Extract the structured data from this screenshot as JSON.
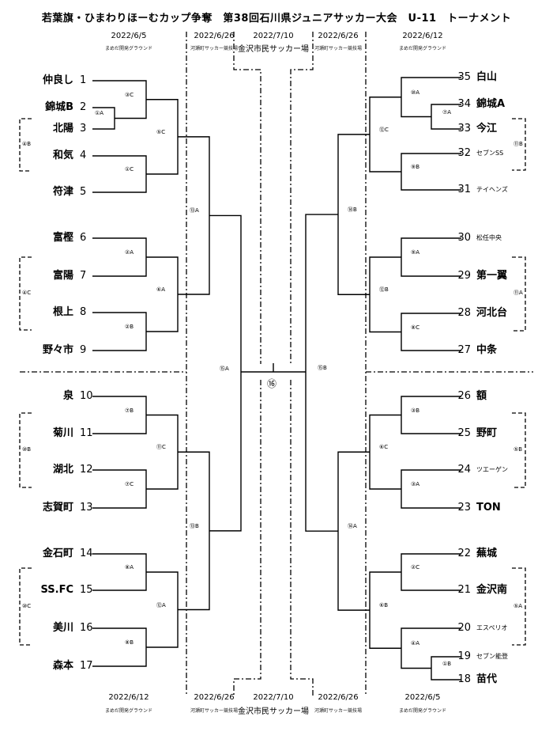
{
  "title": "若葉旗・ひまわりほーむカップ争奪　第38回石川県ジュニアサッカー大会　U-11　トーナメント",
  "dates_top": [
    "2022/6/5",
    "2022/6/26",
    "2022/7/10",
    "2022/6/26",
    "2022/6/12"
  ],
  "venues_top": [
    "まめだ開発グラウンド",
    "河瀬町サッカー競技場",
    "金沢市民サッカー場",
    "河瀬町サッカー競技場",
    "まめだ開発グラウンド"
  ],
  "dates_bottom": [
    "2022/6/12",
    "2022/6/26",
    "2022/7/10",
    "2022/6/26",
    "2022/6/5"
  ],
  "venues_bottom": [
    "まめだ開発グラウンド",
    "河瀬町サッカー競技場",
    "金沢市民サッカー場",
    "河瀬町サッカー競技場",
    "まめだ開発グラウンド"
  ],
  "left_teams": [
    {
      "num": "1",
      "name": "仲良し"
    },
    {
      "num": "2",
      "name": "錦城B"
    },
    {
      "num": "3",
      "name": "北陽"
    },
    {
      "num": "4",
      "name": "和気"
    },
    {
      "num": "5",
      "name": "符津"
    },
    {
      "num": "6",
      "name": "富樫"
    },
    {
      "num": "7",
      "name": "富陽"
    },
    {
      "num": "8",
      "name": "根上"
    },
    {
      "num": "9",
      "name": "野々市"
    },
    {
      "num": "10",
      "name": "泉"
    },
    {
      "num": "11",
      "name": "菊川"
    },
    {
      "num": "12",
      "name": "湖北"
    },
    {
      "num": "13",
      "name": "志賀町"
    },
    {
      "num": "14",
      "name": "金石町"
    },
    {
      "num": "15",
      "name": "SS.FC"
    },
    {
      "num": "16",
      "name": "美川"
    },
    {
      "num": "17",
      "name": "森本"
    }
  ],
  "right_teams": [
    {
      "num": "35",
      "name": "白山",
      "small": false
    },
    {
      "num": "34",
      "name": "錦城A",
      "small": false
    },
    {
      "num": "33",
      "name": "今江",
      "small": false
    },
    {
      "num": "32",
      "name": "セブンSS",
      "small": true
    },
    {
      "num": "31",
      "name": "テイヘンズ",
      "small": true
    },
    {
      "num": "30",
      "name": "松任中央",
      "small": true
    },
    {
      "num": "29",
      "name": "第一翼",
      "small": false
    },
    {
      "num": "28",
      "name": "河北台",
      "small": false
    },
    {
      "num": "27",
      "name": "中条",
      "small": false
    },
    {
      "num": "26",
      "name": "額",
      "small": false
    },
    {
      "num": "25",
      "name": "野町",
      "small": false
    },
    {
      "num": "24",
      "name": "ツエーゲン",
      "small": true
    },
    {
      "num": "23",
      "name": "TON",
      "small": false
    },
    {
      "num": "22",
      "name": "蕪城",
      "small": false
    },
    {
      "num": "21",
      "name": "金沢南",
      "small": false
    },
    {
      "num": "20",
      "name": "エスペリオ",
      "small": true
    },
    {
      "num": "19",
      "name": "セブン能登",
      "small": true
    },
    {
      "num": "18",
      "name": "苗代",
      "small": false
    }
  ],
  "match_labels": {
    "L_r0": "①A",
    "L_r1": [
      "③C",
      "①C",
      "②A",
      "②B",
      "⑦B",
      "⑦C",
      "⑧A",
      "⑧B"
    ],
    "L_r2": [
      "⑤C",
      "⑥A",
      "⑪C",
      "⑫A"
    ],
    "L_r3": [
      "⑬A",
      "⑬B"
    ],
    "L_r4": "⑮A",
    "R_r0": [
      "⑦A",
      "①B"
    ],
    "R_r1": [
      "⑩A",
      "⑨B",
      "⑨A",
      "⑧C",
      "③B",
      "③A",
      "②C",
      "④A"
    ],
    "R_r2": [
      "⑫C",
      "⑫B",
      "⑥C",
      "⑥B"
    ],
    "R_r3": [
      "⑭B",
      "⑭A"
    ],
    "R_r4": "⑮B",
    "final": "⑯"
  },
  "group_labels_left": [
    "④B",
    "④C",
    "⑩B",
    "⑩C"
  ],
  "group_labels_right": [
    "⑪B",
    "⑪A",
    "⑤B",
    "⑤A"
  ]
}
